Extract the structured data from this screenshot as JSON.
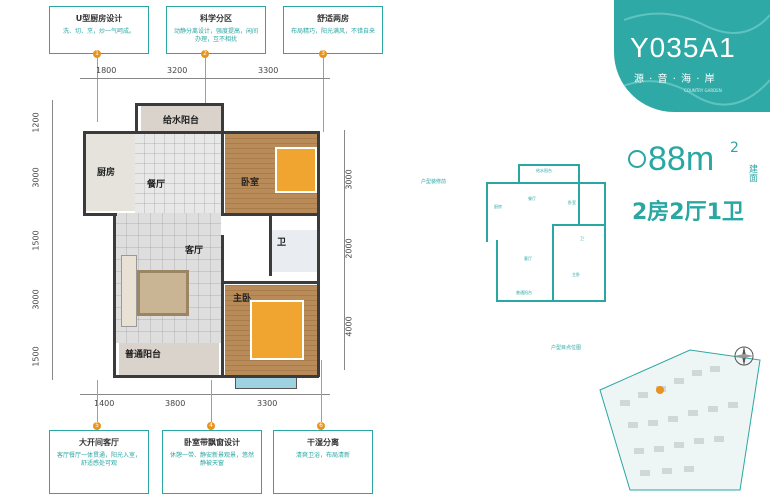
{
  "model": {
    "name": "Y035A1",
    "subtitle": "源 · 音 · 海 · 岸",
    "badge_text": "COUNTRY GARDEN"
  },
  "area": {
    "value": "88m",
    "sup": "2",
    "unit_label": "建面",
    "layout": "2房2厅1卫"
  },
  "callouts_top": [
    {
      "num": "1",
      "title": "U型厨房设计",
      "text": "洗、切、烹，炒一气呵成。"
    },
    {
      "num": "2",
      "title": "科学分区",
      "text": "动静分离设计，强度提高，闲间办理，互不相扰"
    },
    {
      "num": "3",
      "title": "舒适两房",
      "text": "布局精巧，阳光满风，不错自来"
    }
  ],
  "callouts_bottom": [
    {
      "num": "5",
      "title": "大开间客厅",
      "text": "客厅餐厅一体贯通，阳光入室，舒适感处可观"
    },
    {
      "num": "4",
      "title": "卧室带飘窗设计",
      "text": "休憩一带、静安新景观景，悠然静被天窗"
    },
    {
      "num": "6",
      "title": "干湿分离",
      "text": "清爽卫浴，布局清新"
    }
  ],
  "dimensions": {
    "top": [
      "1800",
      "3200",
      "3300"
    ],
    "bottom": [
      "1400",
      "3800",
      "3300"
    ],
    "left": [
      "1200",
      "3000",
      "1500",
      "3000",
      "1500"
    ],
    "right": [
      "3000",
      "2000",
      "4000"
    ]
  },
  "rooms": {
    "water_balcony": "给水阳台",
    "kitchen": "厨房",
    "dining": "餐厅",
    "bedroom": "卧室",
    "living": "客厅",
    "bath": "卫",
    "master": "主卧",
    "balcony": "普通阳台"
  },
  "mini_plan": {
    "label": "户型装修前",
    "rooms": [
      "厨房",
      "餐厅",
      "卧室",
      "客厅",
      "主卧",
      "卫",
      "普通阳台",
      "给水阳台"
    ]
  },
  "site_plan": {
    "label": "户型目点位图"
  },
  "colors": {
    "accent": "#2aa7a3",
    "orange": "#e8931e",
    "wall": "#3b3b3b"
  }
}
